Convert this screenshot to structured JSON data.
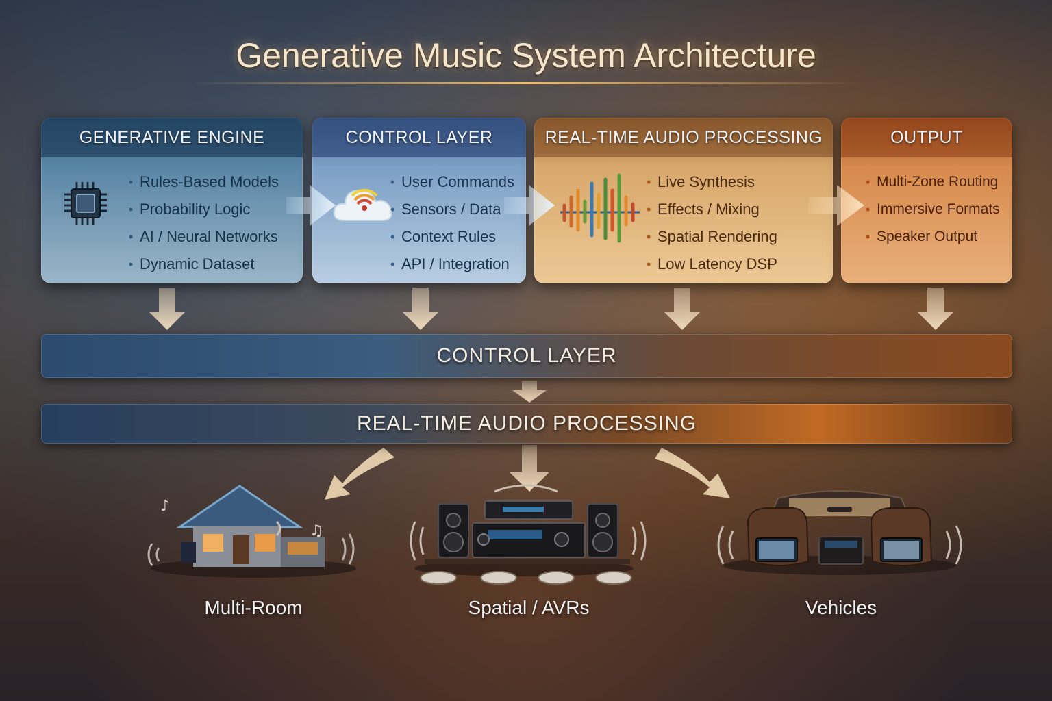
{
  "title": "Generative Music System Architecture",
  "panels": [
    {
      "heading": "GENERATIVE ENGINE",
      "icon": "chip-icon",
      "items": [
        "Rules-Based Models",
        "Probability Logic",
        "AI / Neural Networks",
        "Dynamic Dataset"
      ]
    },
    {
      "heading": "CONTROL LAYER",
      "icon": "cloud-signal-icon",
      "items": [
        "User Commands",
        "Sensors / Data",
        "Context Rules",
        "API / Integration"
      ]
    },
    {
      "heading": "REAL-TIME AUDIO PROCESSING",
      "icon": "audio-waveform-icon",
      "items": [
        "Live Synthesis",
        "Effects / Mixing",
        "Spatial Rendering",
        "Low Latency DSP"
      ]
    },
    {
      "heading": "OUTPUT",
      "icon": "",
      "items": [
        "Multi-Zone Routing",
        "Immersive Formats",
        "Speaker Output"
      ]
    }
  ],
  "bars": {
    "control": "CONTROL LAYER",
    "processing": "REAL-TIME AUDIO PROCESSING"
  },
  "destinations": [
    {
      "label": "Multi-Room",
      "icon": "house-icon"
    },
    {
      "label": "Spatial / AVRs",
      "icon": "av-receiver-icon"
    },
    {
      "label": "Vehicles",
      "icon": "vehicle-interior-icon"
    }
  ],
  "colors": {
    "blue_accent": "#3b5c7e",
    "orange_accent": "#c06a24",
    "title_glow": "#ffc07a"
  }
}
